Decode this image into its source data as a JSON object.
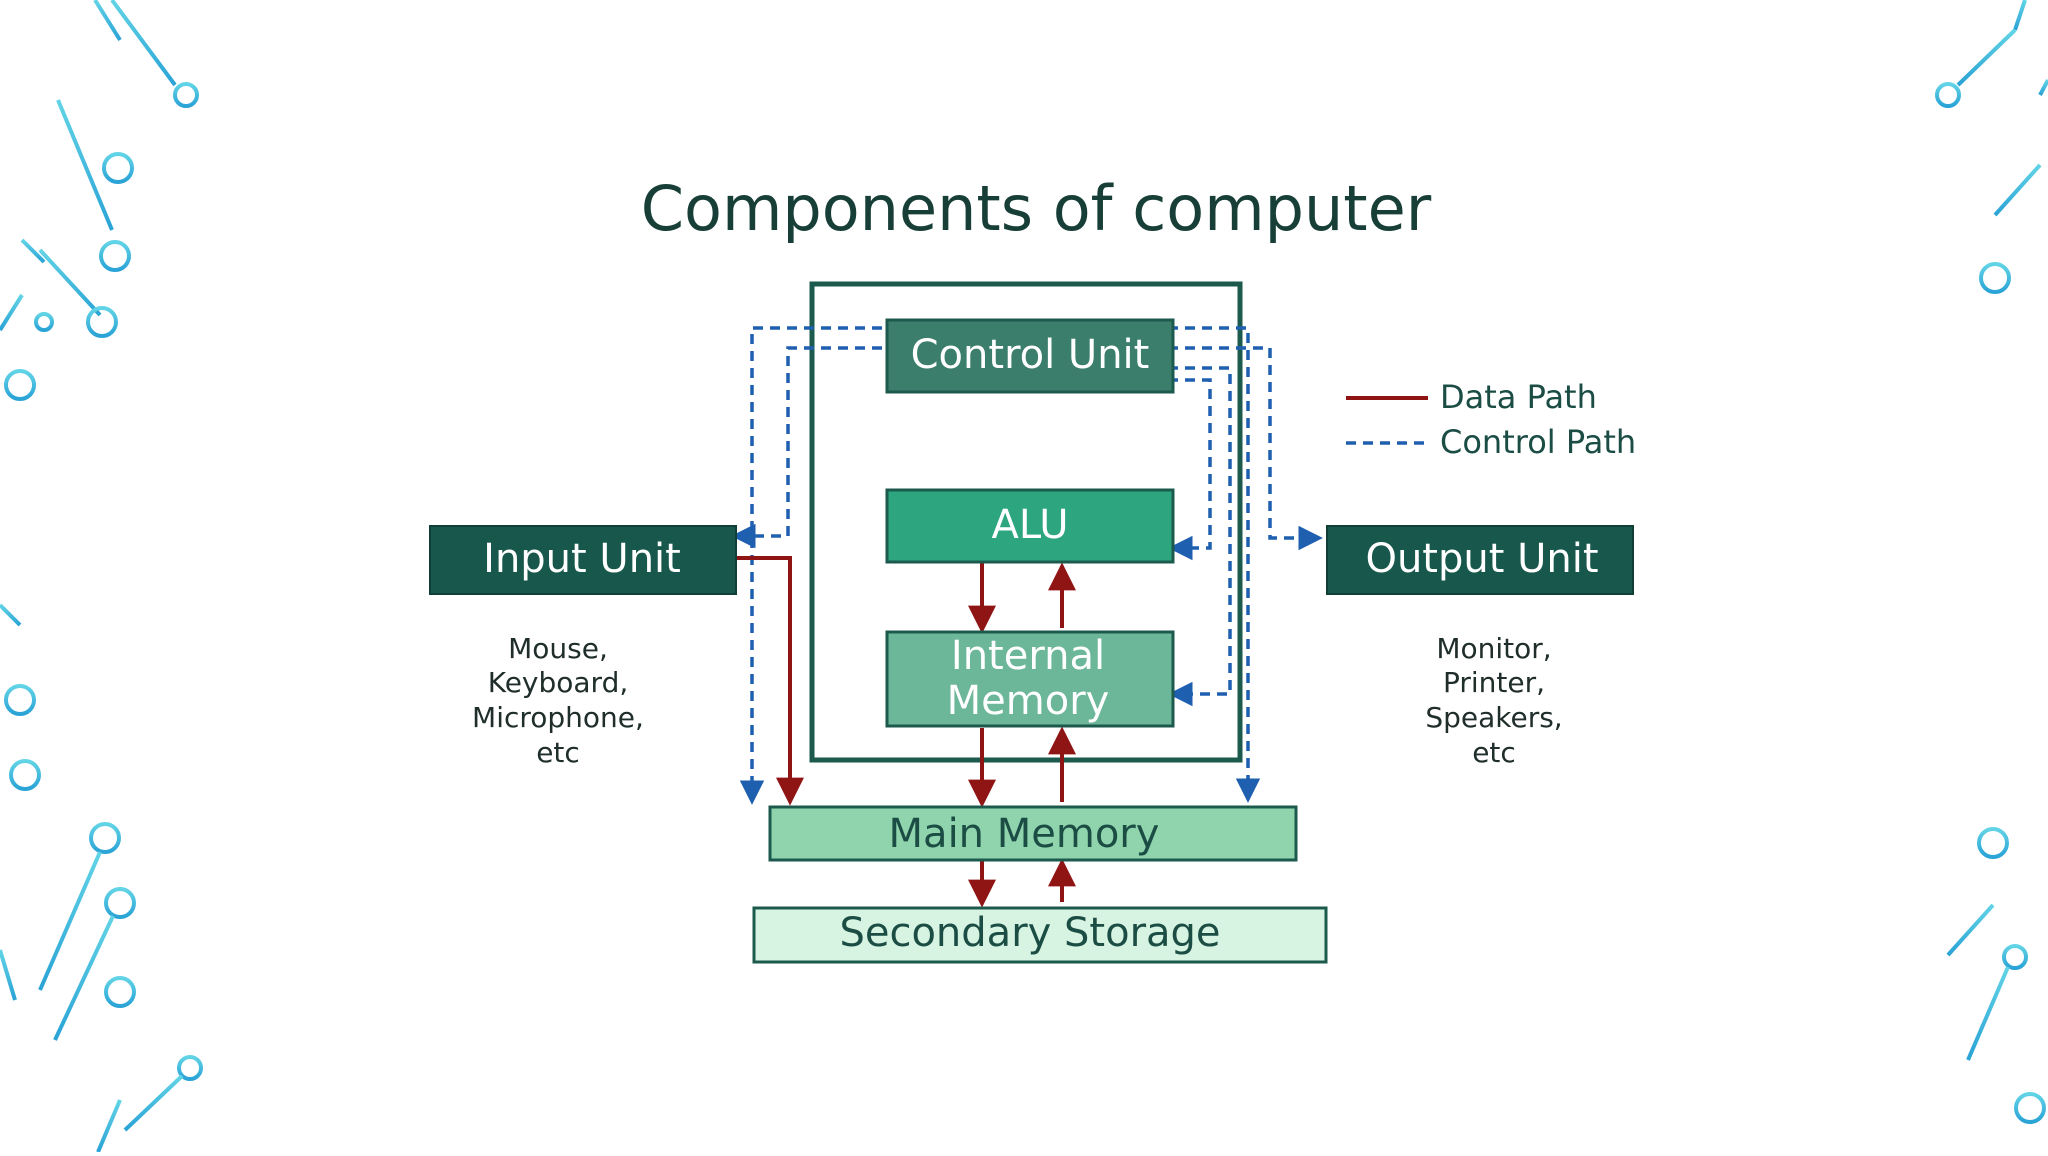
{
  "diagram": {
    "title": "Components of computer",
    "nodes": {
      "control_unit": {
        "label": "Control Unit"
      },
      "alu": {
        "label": "ALU"
      },
      "internal_memory": {
        "lines": [
          "Internal",
          "Memory"
        ]
      },
      "input_unit": {
        "label": "Input Unit"
      },
      "output_unit": {
        "label": "Output Unit"
      },
      "main_memory": {
        "label": "Main Memory"
      },
      "secondary_storage": {
        "label": "Secondary Storage"
      }
    },
    "input_devices": [
      "Mouse,",
      "Keyboard,",
      "Microphone,",
      "etc"
    ],
    "output_devices": [
      "Monitor,",
      "Printer,",
      "Speakers,",
      "etc"
    ],
    "legend": {
      "data_path": "Data Path",
      "control_path": "Control Path"
    }
  },
  "colors": {
    "title": "#173f37",
    "dark_box": "#17574c",
    "control_unit": "#3b7e6b",
    "alu": "#2da57f",
    "internal_memory": "#6cb69a",
    "main_memory": "#8fd4ad",
    "secondary_storage": "#d7f3e1",
    "data_path": "#8f1414",
    "control_path": "#1f5fb0",
    "circuit": "#4cc3dc"
  }
}
